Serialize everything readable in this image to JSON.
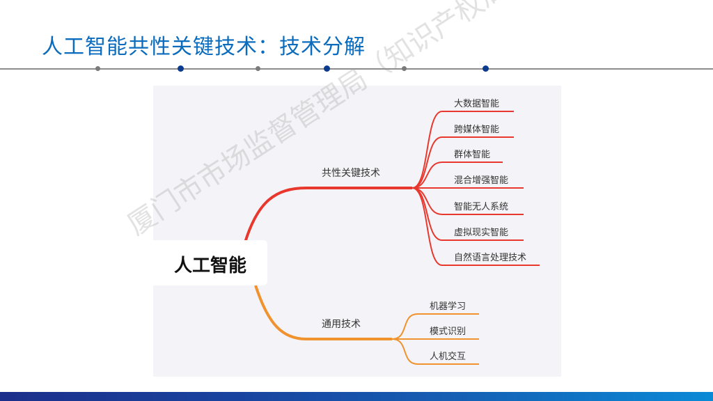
{
  "title": "人工智能共性关键技术：技术分解",
  "mindmap": {
    "root": "人工智能",
    "branches": [
      {
        "label": "共性关键技术",
        "color": "#e8382e",
        "children": [
          "大数据智能",
          "跨媒体智能",
          "群体智能",
          "混合增强智能",
          "智能无人系统",
          "虚拟现实智能",
          "自然语言处理技术"
        ]
      },
      {
        "label": "通用技术",
        "color": "#f0922e",
        "children": [
          "机器学习",
          "模式识别",
          "人机交互"
        ]
      }
    ]
  },
  "watermark": "厦门市市场监督管理局（知识产权局）",
  "colors": {
    "title": "#0b6bbd",
    "dot_dark": "#0a3b8f",
    "dot_gray": "#7a7a7a"
  }
}
